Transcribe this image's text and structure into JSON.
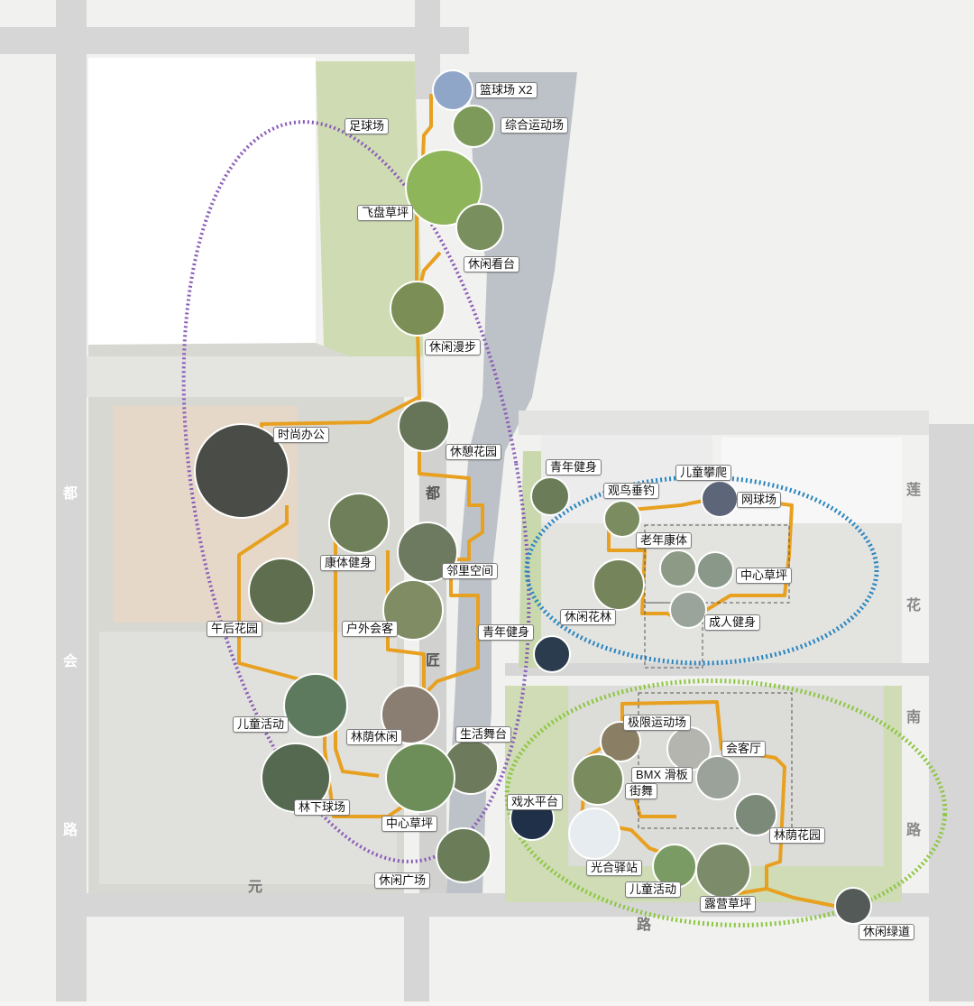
{
  "roads": {
    "west": [
      "都",
      "会",
      "路"
    ],
    "east": [
      "莲",
      "花",
      "南",
      "路"
    ],
    "mid": [
      "都",
      "匠"
    ],
    "south": [
      "元",
      "路"
    ]
  },
  "colors": {
    "route": "#e8a020",
    "purple_zone": "#8a5cb8",
    "blue_zone": "#2a86c0",
    "green_zone": "#8cc640",
    "road": "#d9d9d9",
    "water": "#b8bec4",
    "green": "#c6d8a8"
  },
  "labels": {
    "basketball": "篮球场 X2",
    "sports_field": "综合运动场",
    "football": "足球场",
    "frisbee": "飞盘草坪",
    "stands": "休闲看台",
    "stroll": "休闲漫步",
    "fashion_office": "时尚办公",
    "rest_garden": "休憩花园",
    "fitness": "康体健身",
    "neighborhood": "邻里空间",
    "afternoon_garden": "午后花园",
    "outdoor_lounge": "户外会客",
    "youth_fitness_mid": "青年健身",
    "kids_activity_w": "儿童活动",
    "shade_leisure": "林荫休闲",
    "life_stage": "生活舞台",
    "forest_court": "林下球场",
    "central_lawn_s": "中心草坪",
    "leisure_plaza": "休闲广场",
    "youth_fitness_ne": "青年健身",
    "kids_climb": "儿童攀爬",
    "bird_fishing": "观鸟垂钓",
    "tennis": "网球场",
    "elderly_health": "老年康体",
    "central_lawn_ne": "中心草坪",
    "flower_forest": "休闲花林",
    "adult_fitness": "成人健身",
    "extreme_sports": "极限运动场",
    "lounge_hall": "会客厅",
    "bmx": "BMX 滑板",
    "street_dance": "街舞",
    "water_platform": "戏水平台",
    "shade_garden": "林荫花园",
    "photo_station": "光合驿站",
    "kids_activity_se": "儿童活动",
    "camping_lawn": "露营草坪",
    "greenway": "休闲绿道"
  }
}
